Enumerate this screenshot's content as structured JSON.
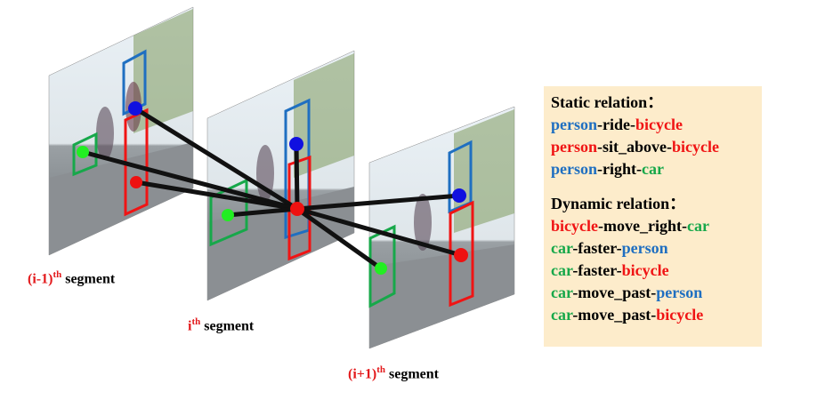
{
  "segments": [
    {
      "pre": "(i-1)",
      "sup": "th",
      "post": " segment"
    },
    {
      "pre": "i",
      "sup": "th",
      "post": " segment"
    },
    {
      "pre": "(i+1)",
      "sup": "th",
      "post": " segment"
    }
  ],
  "static_title": "Static relation：",
  "static_relations": [
    [
      {
        "t": "person",
        "c": "blue"
      },
      {
        "t": "-ride-",
        "c": "black"
      },
      {
        "t": "bicycle",
        "c": "red"
      }
    ],
    [
      {
        "t": "person",
        "c": "red"
      },
      {
        "t": "-sit_above-",
        "c": "black"
      },
      {
        "t": "bicycle",
        "c": "red"
      }
    ],
    [
      {
        "t": "person",
        "c": "blue"
      },
      {
        "t": "-right-",
        "c": "black"
      },
      {
        "t": "car",
        "c": "green"
      }
    ]
  ],
  "dynamic_title": "Dynamic relation：",
  "dynamic_relations": [
    [
      {
        "t": "bicycle",
        "c": "red"
      },
      {
        "t": "-move_right-",
        "c": "black"
      },
      {
        "t": "car",
        "c": "green"
      }
    ],
    [
      {
        "t": "car",
        "c": "green"
      },
      {
        "t": "-faster-",
        "c": "black"
      },
      {
        "t": "person",
        "c": "blue"
      }
    ],
    [
      {
        "t": "car",
        "c": "green"
      },
      {
        "t": "-faster-",
        "c": "black"
      },
      {
        "t": "bicycle",
        "c": "red"
      }
    ],
    [
      {
        "t": "car",
        "c": "green"
      },
      {
        "t": "-move_past-",
        "c": "black"
      },
      {
        "t": "person",
        "c": "blue"
      }
    ],
    [
      {
        "t": "car",
        "c": "green"
      },
      {
        "t": "-move_past-",
        "c": "black"
      },
      {
        "t": "bicycle",
        "c": "red"
      }
    ]
  ],
  "colors": {
    "blue": "#1f6fc1",
    "red": "#f01414",
    "green": "#17a84a",
    "black": "#000000",
    "node_blue": "#1010e0",
    "node_red": "#ee1111",
    "node_green": "#22ee22",
    "legend_bg": "#fdeccb"
  }
}
